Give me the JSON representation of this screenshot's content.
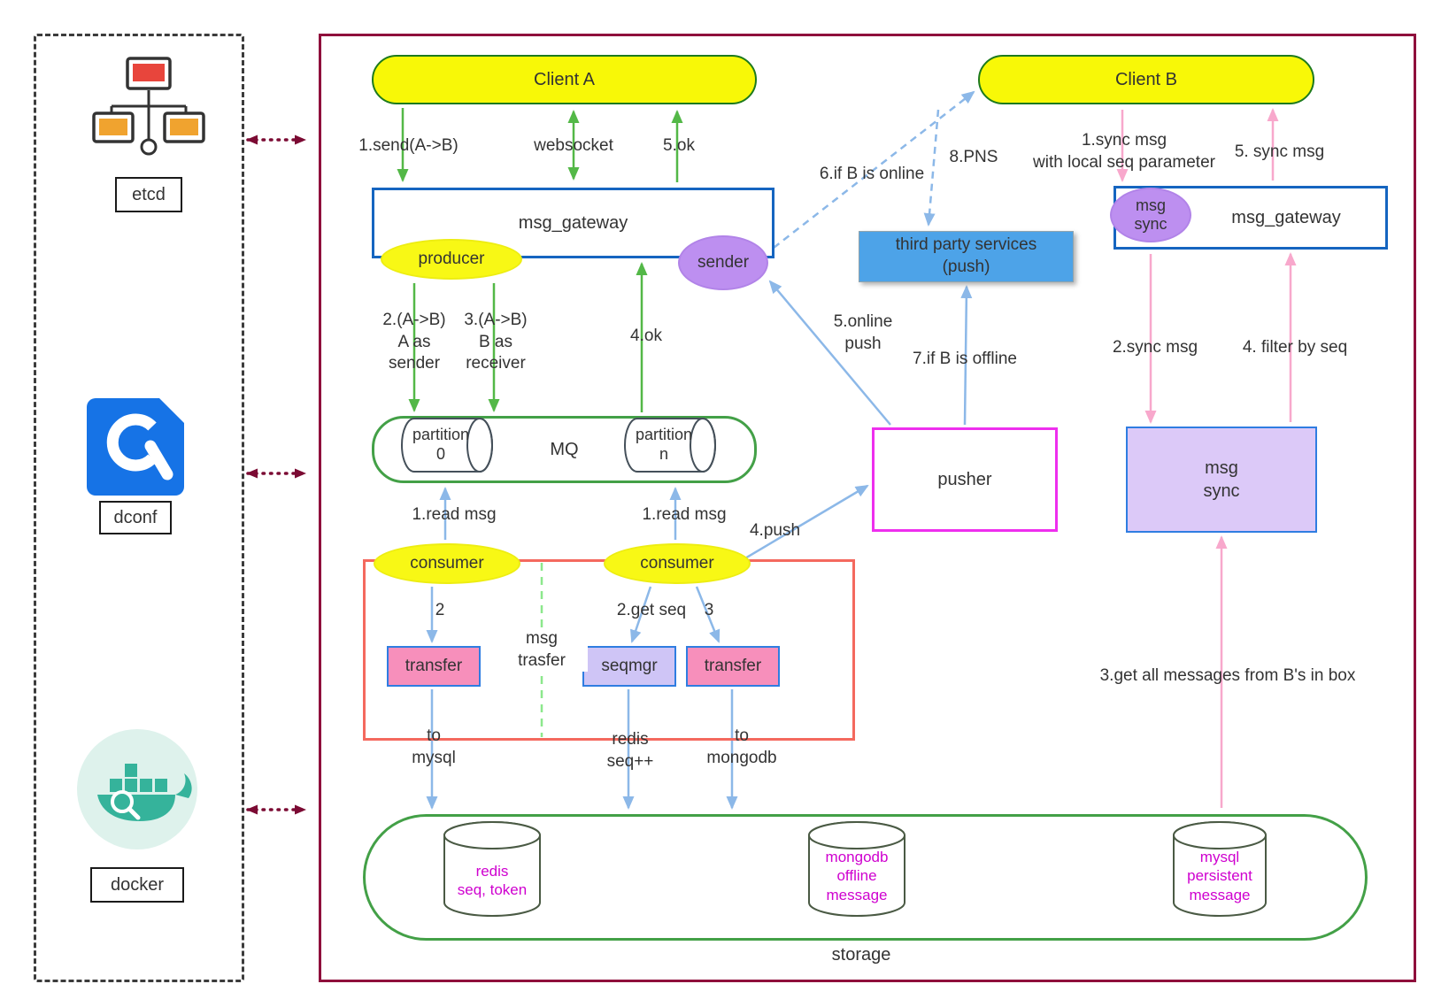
{
  "infra": {
    "etcd": "etcd",
    "dconf": "dconf",
    "docker": "docker"
  },
  "nodes": {
    "client_a": "Client A",
    "client_b": "Client B",
    "gateway_left": "msg_gateway",
    "gateway_right": "msg_gateway",
    "producer": "producer",
    "sender": "sender",
    "msg_sync_ellipse": "msg\nsync",
    "third_party": "third party services\n(push)",
    "mq": "MQ",
    "partition0": "partition\n0",
    "partitionN": "partition\nn",
    "consumer1": "consumer",
    "consumer2": "consumer",
    "msg_trasfer": "msg\ntrasfer",
    "transfer1": "transfer",
    "seqmgr": "seqmgr",
    "transfer2": "transfer",
    "pusher": "pusher",
    "msg_sync_box": "msg\nsync",
    "storage": "storage",
    "redis": "redis\nseq, token",
    "mongodb": "mongodb\noffline\nmessage",
    "mysql": "mysql\npersistent\nmessage"
  },
  "edges": {
    "send": "1.send(A->B)",
    "websocket": "websocket",
    "ok5": "5.ok",
    "a_as_sender": "2.(A->B)\nA as\nsender",
    "b_as_receiver": "3.(A->B)\nB as\nreceiver",
    "ok4": "4.ok",
    "read1": "1.read msg",
    "read2": "1.read msg",
    "step2": "2",
    "get_seq": "2.get seq",
    "step3": "3",
    "to_mysql": "to\nmysql",
    "redis_seq": "redis\nseq++",
    "to_mongodb": "to\nmongodb",
    "push4": "4.push",
    "online_push": "5.online\npush",
    "if_offline": "7.if B is offline",
    "if_online": "6.if B is online",
    "pns": "8.PNS",
    "sync1": "1.sync msg\nwith local seq parameter",
    "sync5": "5. sync msg",
    "sync2": "2.sync msg",
    "filter4": "4. filter by seq",
    "get_all": "3.get all messages from B's in box"
  },
  "colors": {
    "client_fill": "#f8f807",
    "ellipse_yellow": "#f8f815",
    "ellipse_purple": "#bd8ff0",
    "gateway_border": "#1565c0",
    "third_party_fill": "#4da3e8",
    "green_frame": "#43a047",
    "arrow_green": "#53b847",
    "arrow_blue": "#8cb8e8",
    "arrow_pink": "#f8a8cc",
    "main_frame": "#8f0f3c",
    "red_frame": "#f4695e",
    "transfer_fill": "#f78fbb",
    "seqmgr_fill": "#cfc5f6",
    "pusher_border": "#ee2fee",
    "msg_sync_fill": "#dcc9f8",
    "db_text": "#cf00cf"
  }
}
